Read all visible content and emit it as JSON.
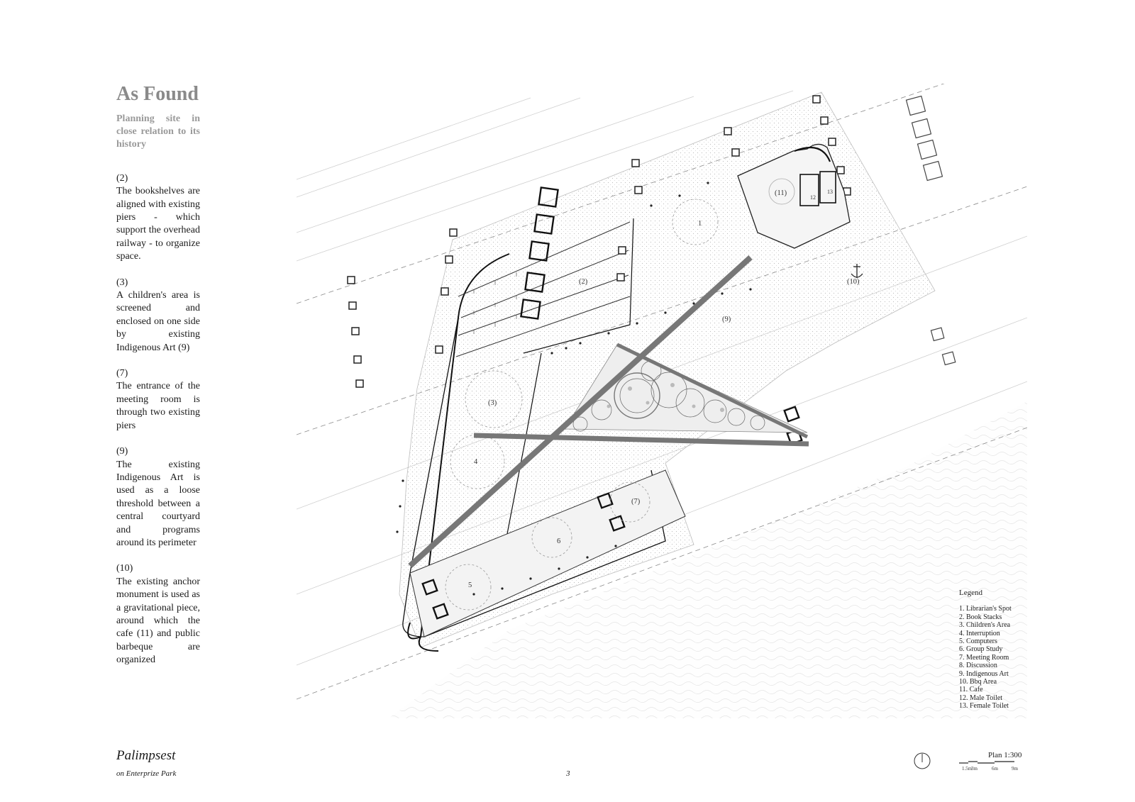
{
  "sidebar": {
    "title": "As Found",
    "subtitle": "Planning site in close relation to its history",
    "notes": [
      {
        "num": "(2)",
        "text": "The bookshelves are aligned with existing piers - which support the overhead railway - to organize space."
      },
      {
        "num": "(3)",
        "text": "A children's area is screened and enclosed on one side by existing Indigenous Art (9)"
      },
      {
        "num": "(7)",
        "text": "The entrance of the meeting room is through two existing piers"
      },
      {
        "num": "(9)",
        "text": "The existing Indigenous Art is used as a loose threshold between a central courtyard and programs around its perimeter"
      },
      {
        "num": "(10)",
        "text": "The existing anchor monument is used as a gravitational piece, around which the cafe (11) and public barbeque are organized"
      }
    ]
  },
  "plan": {
    "labels": {
      "l1": "1",
      "l2": "(2)",
      "l3": "(3)",
      "l4": "4",
      "l5": "5",
      "l6": "6",
      "l7": "(7)",
      "l9": "(9)",
      "l10": "(10)",
      "l11": "(11)",
      "l12": "12",
      "l13": "13"
    }
  },
  "legend": {
    "title": "Legend",
    "items": [
      "1. Librarian's Spot",
      "2. Book Stacks",
      "3. Children's Area",
      "4. Interruption",
      "5. Computers",
      "6. Group Study",
      "7. Meeting Room",
      "8. Discussion",
      "9. Indigenous Art",
      "10. Bbq Area",
      "11. Cafe",
      "12. Male Toilet",
      "13. Female Toilet"
    ]
  },
  "footer": {
    "title": "Palimpsest",
    "subtitle": "on Enterprize Park",
    "page": "3",
    "scale": "Plan 1:300",
    "scale_ticks": [
      "1.5m",
      "3m",
      "6m",
      "9m"
    ]
  }
}
